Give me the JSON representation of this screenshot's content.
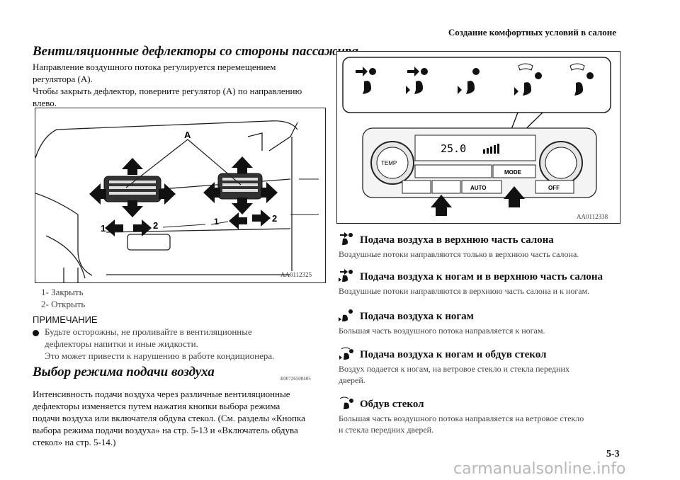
{
  "header": {
    "title": "Создание комфортных условий в салоне"
  },
  "left": {
    "section1": {
      "title": "Вентиляционные дефлекторы со стороны пассажира",
      "lines": [
        "Направление воздушного потока регулируется перемещением",
        "регулятора (А).",
        "Чтобы закрыть дефлектор, поверните регулятор (А) по направлению",
        "влево."
      ]
    },
    "figure1": {
      "id": "AA0112325",
      "labels": {
        "a": "A",
        "one": "1",
        "two": "2",
        "one_b": "1",
        "two_b": "2"
      }
    },
    "legend": [
      "1- Закрыть",
      "2- Открыть"
    ],
    "note": {
      "title": "ПРИМЕЧАНИЕ",
      "lines": [
        "Будьте осторожны, не проливайте в вентиляционные",
        "дефлекторы напитки и иные жидкости.",
        "Это может привести к нарушению в работе кондиционера."
      ]
    },
    "section2": {
      "title": "Выбор режима подачи воздуха",
      "code": "E00726500405",
      "lines": [
        "Интенсивность подачи воздуха через различные вентиляционные",
        "дефлекторы изменяется путем нажатия кнопки выбора режима",
        "подачи воздуха или включателя обдува стекол. (См. разделы «Кнопка",
        "выбора режима подачи воздуха» на стр. 5-13 и «Включатель обдува",
        "стекол» на стр. 5-14.)"
      ]
    }
  },
  "figure2": {
    "id": "AA0112338",
    "display": "25.0",
    "buttons": {
      "temp": "TEMP",
      "mode": "MODE",
      "auto": "AUTO",
      "off": "OFF"
    }
  },
  "modes": [
    {
      "icon": "vent-face-icon",
      "title": "Подача воздуха в верхнюю часть салона",
      "desc": [
        "Воздушные потоки направляются только в верхнюю часть салона."
      ]
    },
    {
      "icon": "vent-face-feet-icon",
      "title": "Подача воздуха к ногам и в верхнюю часть салона",
      "desc": [
        "Воздушные потоки направляются в верхнюю часть салона и к ногам."
      ]
    },
    {
      "icon": "vent-feet-icon",
      "title": "Подача воздуха к ногам",
      "desc": [
        "Большая часть воздушного потока направляется к ногам."
      ]
    },
    {
      "icon": "vent-feet-defrost-icon",
      "title": "Подача воздуха к ногам и обдув стекол",
      "desc": [
        "Воздух подается к ногам, на ветровое стекло и стекла передних",
        "дверей."
      ]
    },
    {
      "icon": "defrost-icon",
      "title": "Обдув стекол",
      "desc": [
        "Большая часть воздушного потока направляется на ветровое стекло",
        "и стекла передних дверей."
      ]
    }
  ],
  "page_number": "5-3",
  "watermark": {
    "text": "carmanualsonline.info"
  }
}
